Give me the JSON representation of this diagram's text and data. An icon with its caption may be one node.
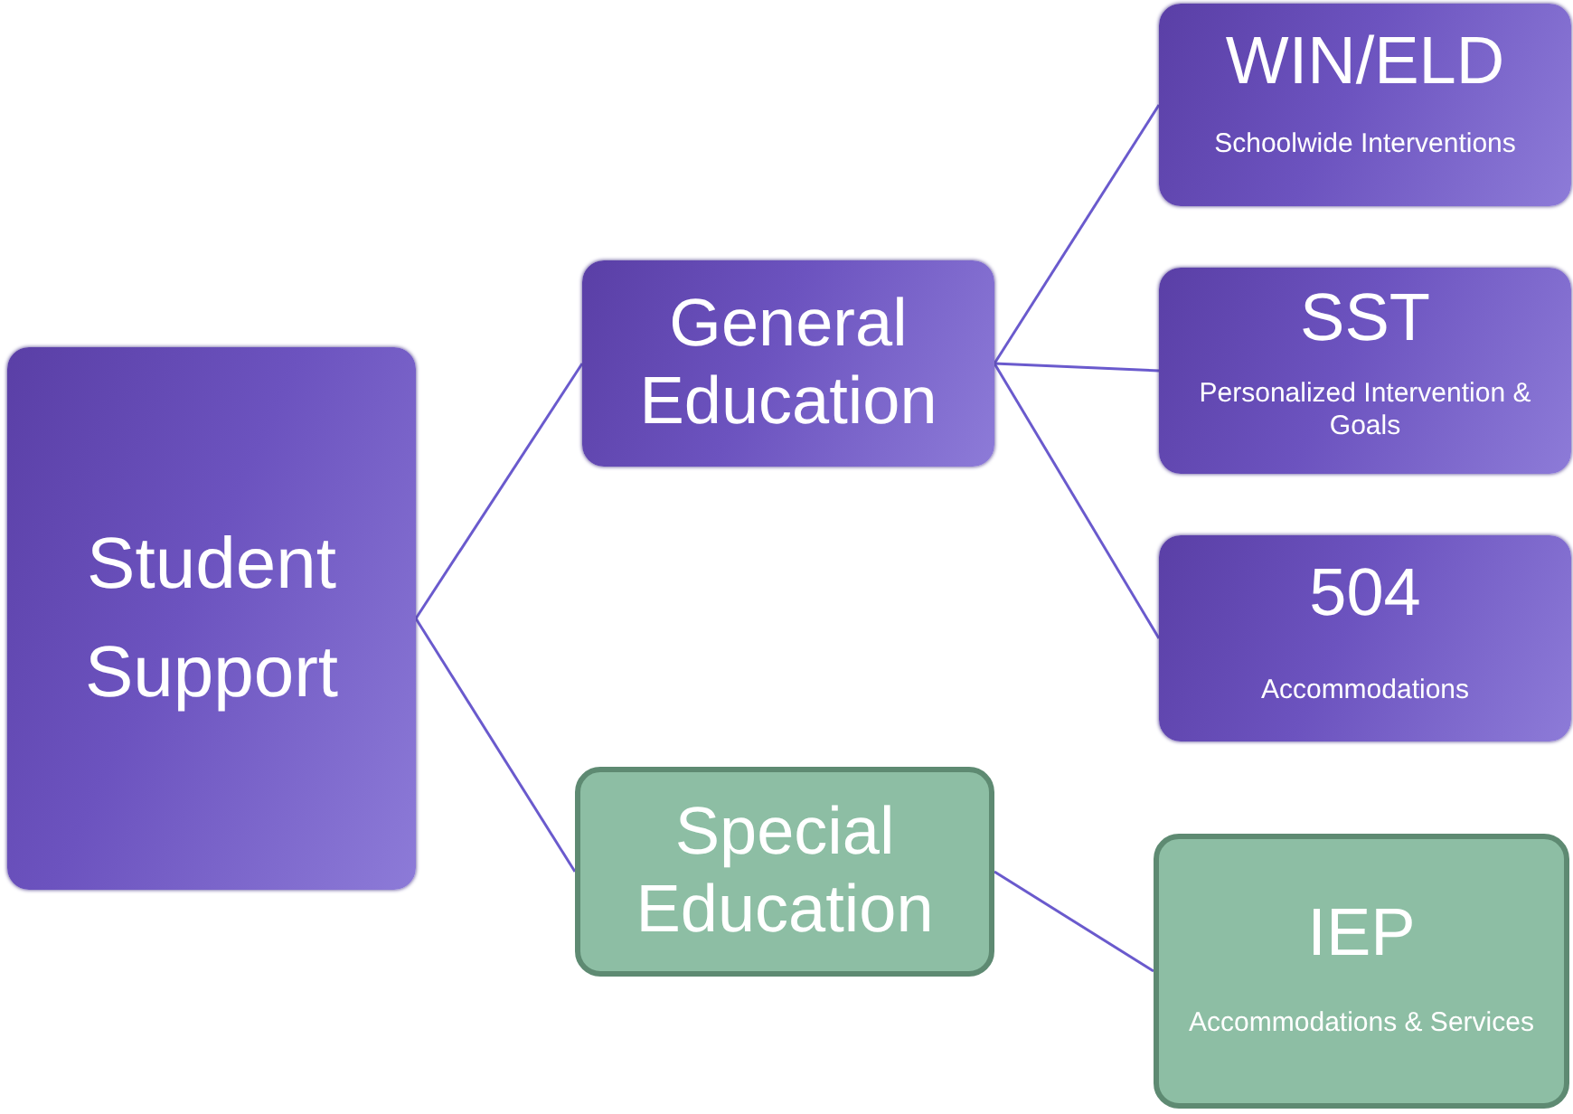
{
  "diagram": {
    "nodes": [
      {
        "text": [
          "Student Support"
        ]
      },
      {
        "text": [
          "General Education"
        ]
      },
      {
        "text": [
          "Special Education"
        ]
      },
      {
        "text": [
          "WIN/ELD",
          "Schoolwide Interventions"
        ]
      },
      {
        "text": [
          "SST",
          "Personalized Intervention & Goals"
        ]
      },
      {
        "text": [
          "504",
          "Accommodations"
        ]
      },
      {
        "text": [
          "IEP",
          "Accommodations & Services"
        ]
      }
    ],
    "edges": [
      {
        "from": 0,
        "to": 1,
        "arrow": "none"
      },
      {
        "from": 0,
        "to": 2,
        "arrow": "none"
      },
      {
        "from": 1,
        "to": 3,
        "arrow": "none"
      },
      {
        "from": 1,
        "to": 4,
        "arrow": "none"
      },
      {
        "from": 1,
        "to": 5,
        "arrow": "none"
      },
      {
        "from": 2,
        "to": 6,
        "arrow": "none"
      }
    ]
  }
}
